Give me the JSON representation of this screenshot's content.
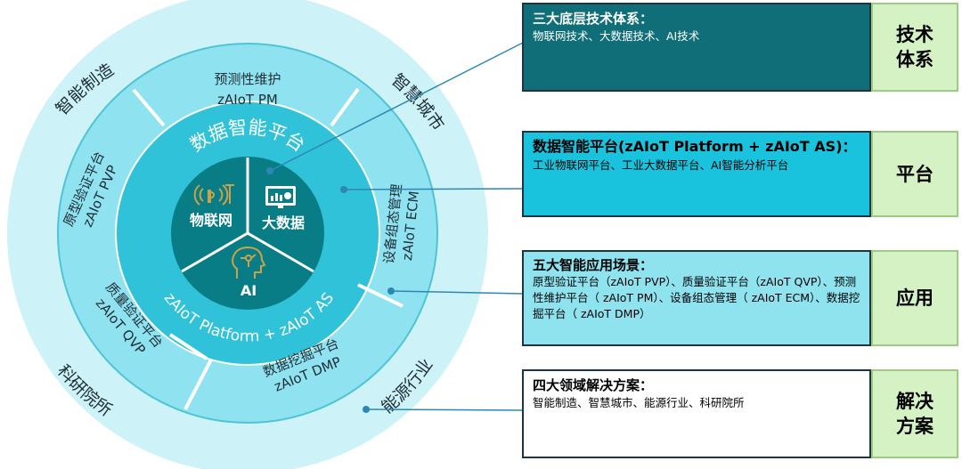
{
  "colors": {
    "outer_ring": "#cdf3f8",
    "ring2": "#8fe2ef",
    "ring2_border": "#4fc4d6",
    "ring3": "#2fc2d8",
    "core": "#087d86",
    "core_icon": "#c9a24a",
    "panel_tech": "#0f6e77",
    "panel_platform": "#19c3dd",
    "panel_app": "#8fe3ef",
    "panel_solution": "#ffffff",
    "tag_bg": "#d5f2c4",
    "line": "#2e87b3"
  },
  "outer_ring_labels": {
    "top_left": "智能制造",
    "top_right": "智慧城市",
    "bottom_left": "科研院所",
    "bottom_right": "能源行业"
  },
  "app_ring": {
    "pm": {
      "name": "预测性维护",
      "code": "zAIoT PM"
    },
    "pvp": {
      "name": "原型验证平台",
      "code": "zAIoT PVP"
    },
    "ecm": {
      "name": "设备组态管理",
      "code": "zAIoT ECM"
    },
    "qvp": {
      "name": "质量验证平台",
      "code": "zAIoT QVP"
    },
    "dmp": {
      "name": "数据挖掘平台",
      "code": "zAIoT DMP"
    }
  },
  "platform_ring": {
    "top_arc": "数据智能平台",
    "bottom_arc": "zAIoT Platform + zAIoT AS"
  },
  "core": {
    "iot": "物联网",
    "bigdata": "大数据",
    "ai": "AI",
    "iot_icon": "iot-icon",
    "bigdata_icon": "bigdata-icon",
    "ai_icon": "ai-head-icon"
  },
  "panels": [
    {
      "title": "三大底层技术体系：",
      "body": "物联网技术、大数据技术、AI技术",
      "tag_line1": "技术",
      "tag_line2": "体系"
    },
    {
      "title": "数据智能平台(zAIoT Platform + zAIoT AS)：",
      "body": "工业物联网平台、工业大数据平台、AI智能分析平台",
      "tag_line1": "平台",
      "tag_line2": ""
    },
    {
      "title": "五大智能应用场景：",
      "body": "原型验证平台（zAIoT PVP）、质量验证平台（zAIoT QVP）、预测性维护平台（ zAIoT PM）、设备组态管理（ zAIoT ECM）、数据挖掘平台（ zAIoT DMP）",
      "tag_line1": "应用",
      "tag_line2": ""
    },
    {
      "title": "四大领域解决方案：",
      "body": "智能制造、智慧城市、能源行业、科研院所",
      "tag_line1": "解决",
      "tag_line2": "方案"
    }
  ]
}
